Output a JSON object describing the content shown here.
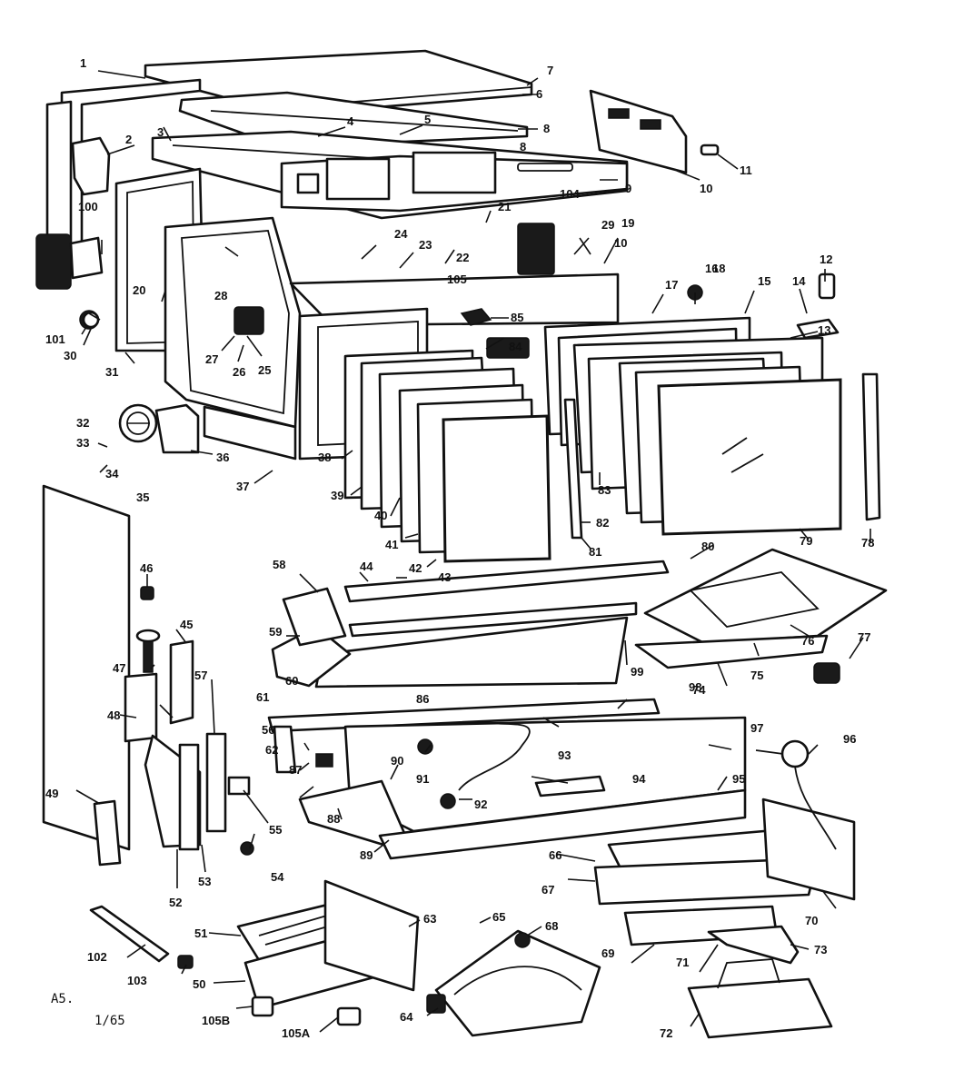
{
  "document": {
    "corner_code": "A5.",
    "page_ref": "1/65"
  },
  "callouts": [
    "1",
    "2",
    "3",
    "4",
    "5",
    "6",
    "7",
    "8",
    "8",
    "9",
    "10",
    "10",
    "11",
    "12",
    "13",
    "14",
    "15",
    "16",
    "17",
    "18",
    "19",
    "20",
    "21",
    "22",
    "23",
    "24",
    "25",
    "26",
    "27",
    "28",
    "29",
    "30",
    "31",
    "32",
    "33",
    "34",
    "35",
    "36",
    "37",
    "38",
    "39",
    "40",
    "41",
    "42",
    "43",
    "44",
    "45",
    "46",
    "47",
    "48",
    "49",
    "50",
    "51",
    "52",
    "53",
    "54",
    "55",
    "56",
    "57",
    "58",
    "59",
    "60",
    "61",
    "62",
    "63",
    "64",
    "65",
    "66",
    "67",
    "68",
    "69",
    "70",
    "71",
    "72",
    "73",
    "74",
    "75",
    "76",
    "77",
    "78",
    "79",
    "80",
    "81",
    "82",
    "83",
    "84",
    "85",
    "86",
    "87",
    "88",
    "89",
    "90",
    "91",
    "92",
    "93",
    "94",
    "95",
    "96",
    "97",
    "98",
    "99",
    "100",
    "101",
    "102",
    "103",
    "104",
    "105",
    "105A",
    "105B"
  ]
}
